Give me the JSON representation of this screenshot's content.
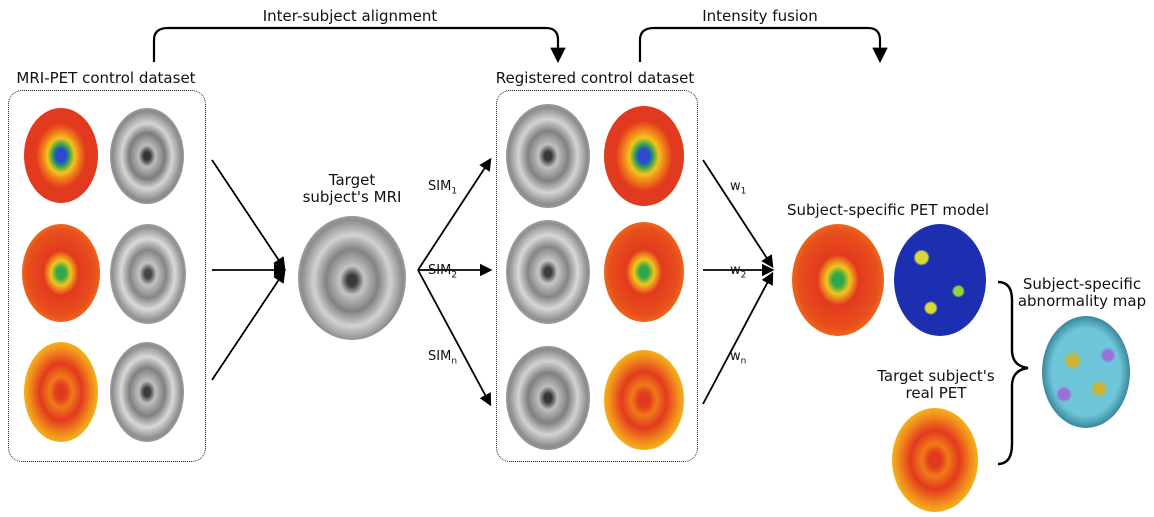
{
  "titles": {
    "inter_subject_alignment": "Inter-subject alignment",
    "intensity_fusion": "Intensity fusion",
    "mri_pet_control_dataset": "MRI-PET control dataset",
    "registered_control_dataset": "Registered control dataset"
  },
  "labels": {
    "target_mri_line1": "Target",
    "target_mri_line2": "subject's MRI",
    "pet_model": "Subject-specific PET model",
    "real_pet_line1": "Target subject's",
    "real_pet_line2": "real PET",
    "abnormality_line1": "Subject-specific",
    "abnormality_line2": "abnormality map"
  },
  "similarity": [
    {
      "base": "SIM",
      "sub": "1"
    },
    {
      "base": "SIM",
      "sub": "2"
    },
    {
      "base": "SIM",
      "sub": "n"
    }
  ],
  "weights": [
    {
      "base": "w",
      "sub": "1"
    },
    {
      "base": "w",
      "sub": "2"
    },
    {
      "base": "w",
      "sub": "n"
    }
  ],
  "colors": {
    "arrow": "#000000",
    "box_border": "#222222",
    "pet_hot": "#e23a1e",
    "pet_mid": "#f2b31c",
    "pet_low": "#4bb34a",
    "pet_edge": "#2444b8",
    "mri_gray": "#8c8c8c",
    "diff_blue": "#1c2fb0",
    "abnormal_cyan": "#6fc6d8"
  }
}
